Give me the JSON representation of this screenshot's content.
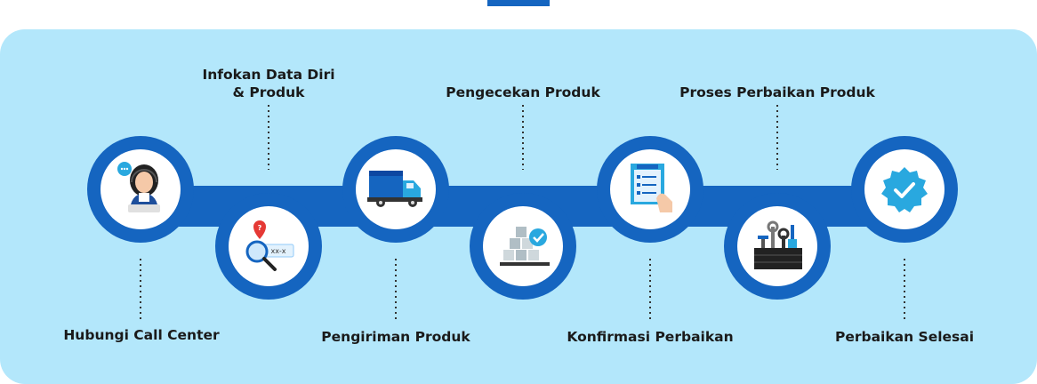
{
  "colors": {
    "panel_bg": "#b3e7fb",
    "ring": "#1565c0",
    "accent": "#29a8df",
    "dots": "#333333"
  },
  "steps": [
    {
      "label": "Hubungi Call Center",
      "icon": "call-center-agent-icon"
    },
    {
      "label": "Infokan Data Diri\n& Produk",
      "icon": "search-data-icon"
    },
    {
      "label": "Pengiriman Produk",
      "icon": "delivery-truck-icon"
    },
    {
      "label": "Pengecekan Produk",
      "icon": "checked-boxes-icon"
    },
    {
      "label": "Konfirmasi Perbaikan",
      "icon": "checklist-icon"
    },
    {
      "label": "Proses Perbaikan Produk",
      "icon": "repair-tools-icon"
    },
    {
      "label": "Perbaikan Selesai",
      "icon": "verified-badge-icon"
    }
  ]
}
